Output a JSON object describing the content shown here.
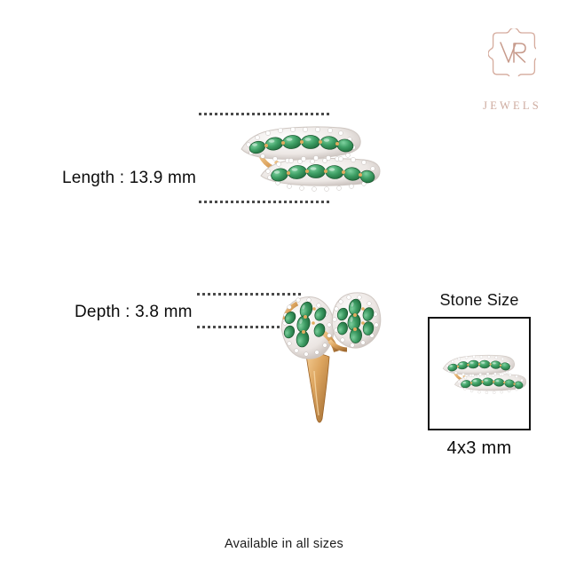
{
  "brand": {
    "monogram": "VR",
    "name": "JEWELS",
    "logo_color": "#d5ab9d"
  },
  "measurements": {
    "length_label": "Length  : 13.9 mm",
    "depth_label": "Depth : 3.8 mm"
  },
  "stone_panel": {
    "title": "Stone Size",
    "size": "4x3 mm"
  },
  "footer": {
    "availability": "Available in all sizes"
  },
  "product": {
    "type": "spiral bypass ring",
    "metal_color": "#d79c56",
    "gem_color": "#3c9c5e",
    "gem_color_dark": "#23713f",
    "pave_color": "#e8e2e0",
    "views": [
      {
        "name": "top-view",
        "caption_relation": "length"
      },
      {
        "name": "side-view",
        "caption_relation": "depth"
      },
      {
        "name": "stone-detail-view",
        "caption_relation": "stone size"
      }
    ]
  }
}
